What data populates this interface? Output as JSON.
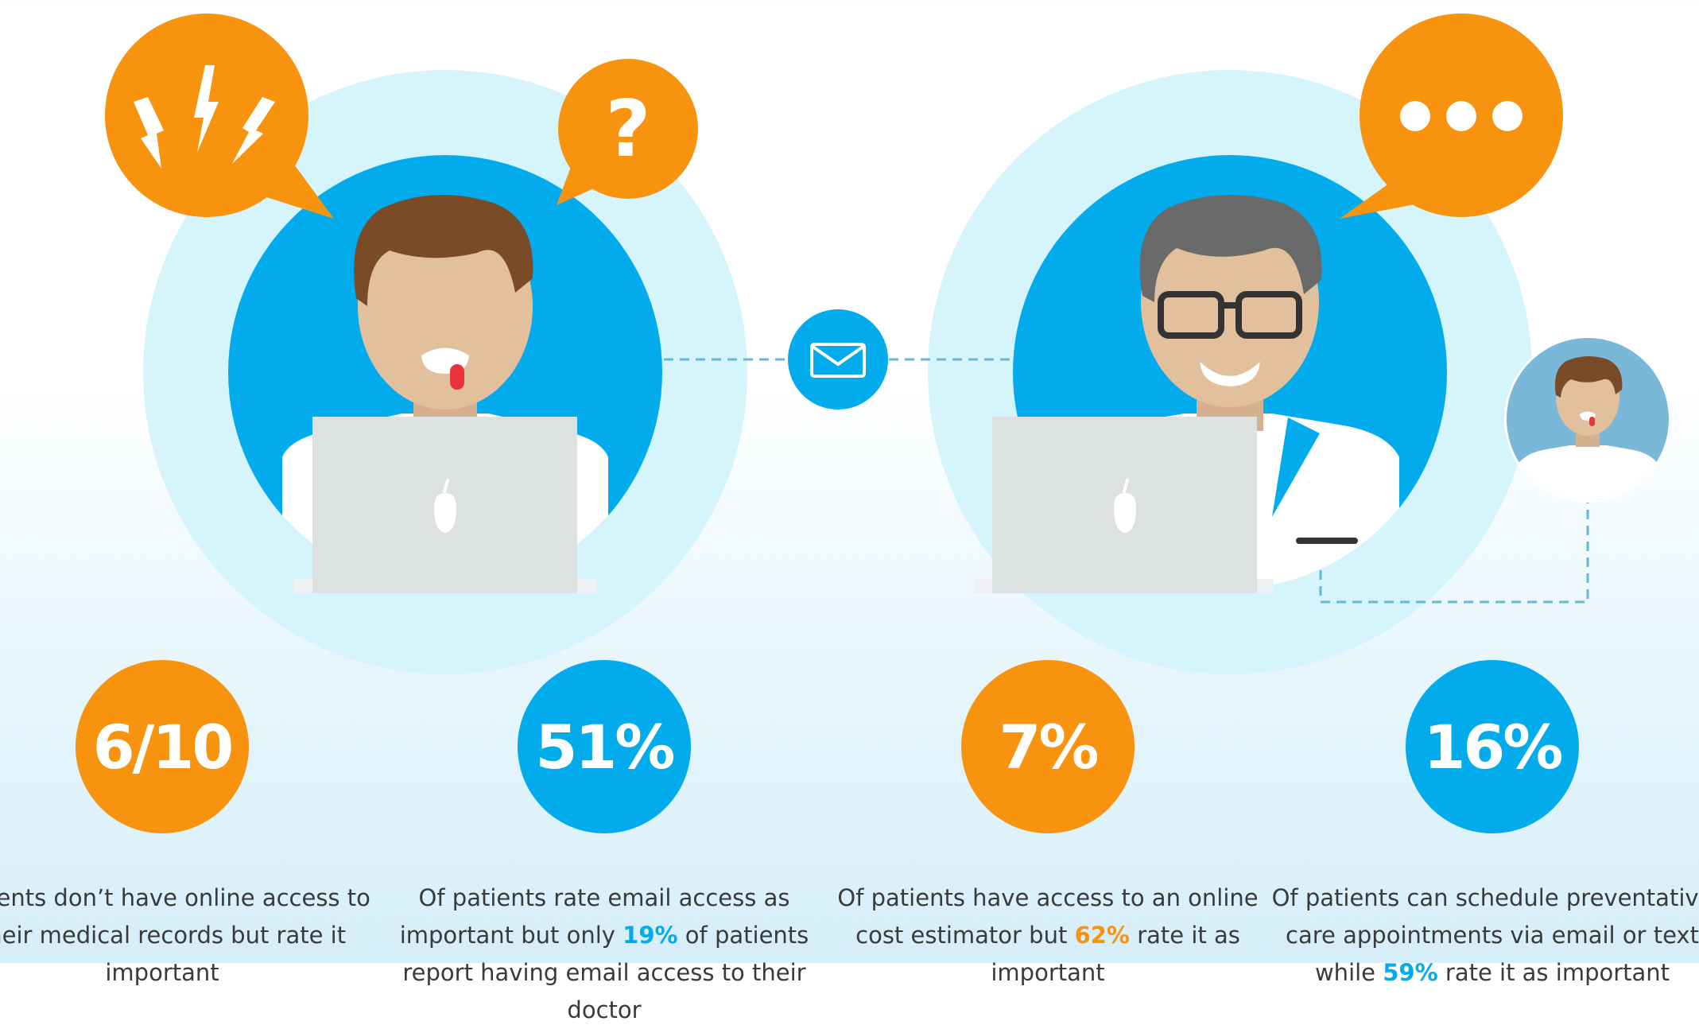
{
  "colors": {
    "orange": "#f7930e",
    "blue": "#02acec",
    "pale_blue": "#d6f4fc",
    "skin": "#e2bf9d",
    "hair_brown": "#7a4b27",
    "hair_gray": "#6a6a6a",
    "laptop": "#dee1e2",
    "text": "#3a3a3a"
  },
  "illustration": {
    "patient_bubble_icon": "lightning-icon",
    "question_bubble_text": "?",
    "doctor_bubble_icon": "ellipsis-icon",
    "connector_icon": "envelope-icon"
  },
  "stats": [
    {
      "value": "6/10",
      "color": "orange",
      "text_before": "Patients don’t have online access to their medical records but rate it important",
      "highlight": "",
      "text_after": ""
    },
    {
      "value": "51%",
      "color": "blue",
      "text_before": "Of patients rate email access as important but only ",
      "highlight": "19%",
      "text_after": " of patients report having email access to their doctor"
    },
    {
      "value": "7%",
      "color": "orange",
      "text_before": "Of patients have access to an online cost estimator but ",
      "highlight": "62%",
      "text_after": " rate it as important"
    },
    {
      "value": "16%",
      "color": "blue",
      "text_before": "Of patients can schedule preventative care appointments via email or text while ",
      "highlight": "59%",
      "text_after": " rate it as important"
    }
  ]
}
